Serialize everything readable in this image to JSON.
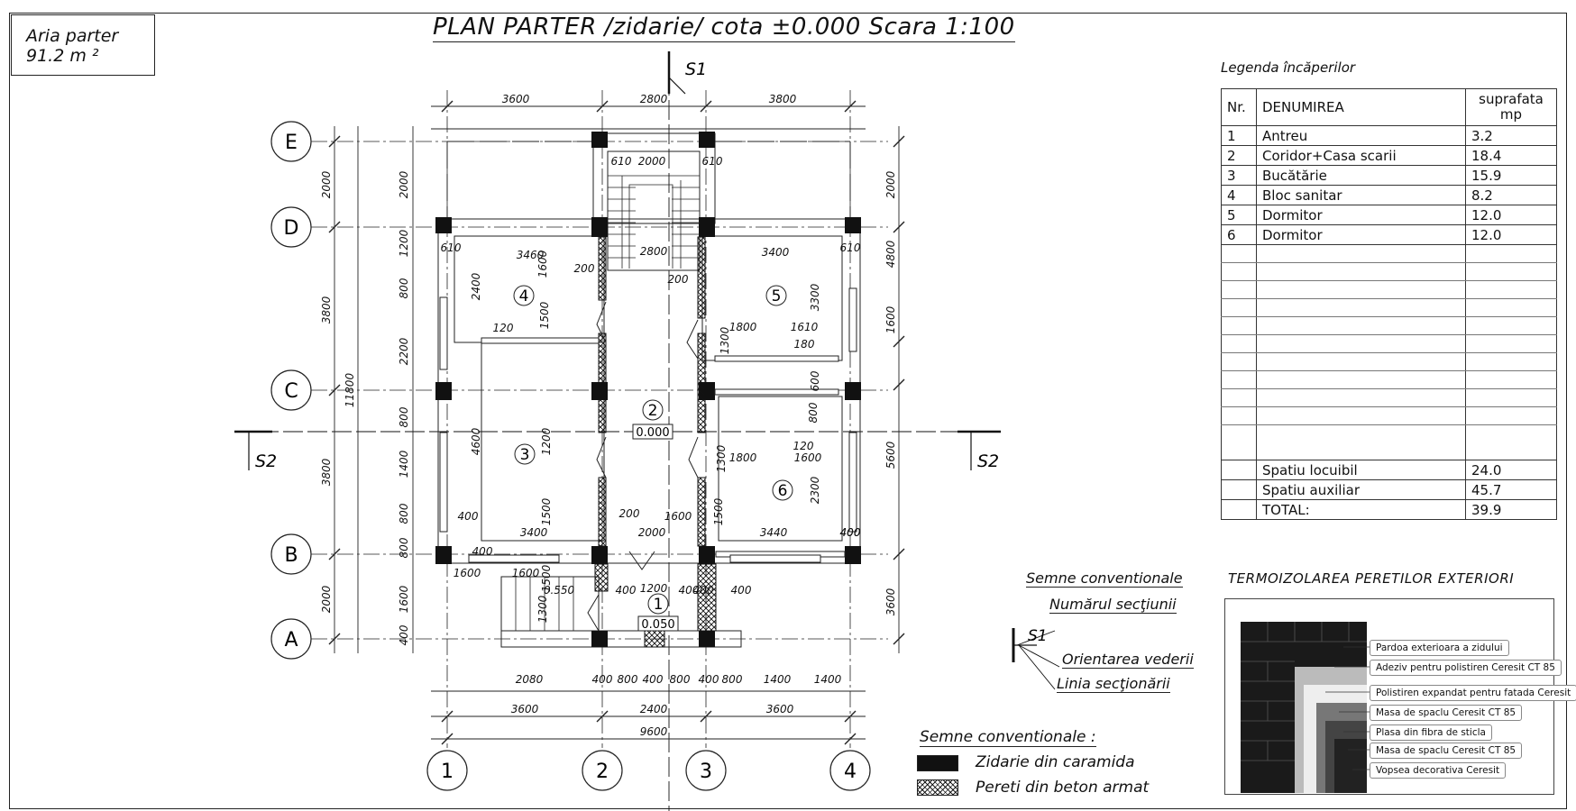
{
  "area_box": {
    "line1": "Aria parter",
    "line2": "91.2 m ²"
  },
  "title": "PLAN PARTER /zidarie/ cota ±0.000 Scara 1:100",
  "section_labels": {
    "s1": "S1",
    "s2_left": "S2",
    "s2_right": "S2"
  },
  "axes_rows": [
    "E",
    "D",
    "C",
    "B",
    "A"
  ],
  "axes_cols": [
    "1",
    "2",
    "3",
    "4"
  ],
  "dims_top": [
    "3600",
    "2800",
    "3800"
  ],
  "dims_bottom_inner": [
    "2080",
    "400",
    "800",
    "400",
    "800",
    "400",
    "800",
    "1400",
    "1400"
  ],
  "dims_bottom_mid": [
    "3600",
    "2400",
    "3600"
  ],
  "dims_bottom_total": "9600",
  "dims_left_outer": [
    "2000",
    "3800",
    "3800",
    "2000"
  ],
  "dims_left_total": "11800",
  "dims_left_inner": [
    "2000",
    "1200",
    "800",
    "2200",
    "800",
    "1400",
    "800",
    "800",
    "1600",
    "400"
  ],
  "dims_right_outer": [
    "2000",
    "4800",
    "1600",
    "5600",
    "3600"
  ],
  "room_dims": [
    "3460",
    "2400",
    "1600",
    "200",
    "1500",
    "120",
    "4600",
    "1200",
    "1500",
    "3400",
    "200",
    "2000",
    "1600",
    "2800",
    "2000",
    "3400",
    "3300",
    "1800",
    "1610",
    "1300",
    "180",
    "200",
    "600",
    "800",
    "1800",
    "1600",
    "120",
    "1300",
    "2300",
    "1500",
    "3440",
    "400",
    "1600",
    "1600",
    "1500",
    "0.550",
    "1300",
    "400",
    "1200",
    "400",
    "400",
    "400",
    "400",
    "610",
    "610",
    "610",
    "610",
    "400",
    "400"
  ],
  "rooms": [
    {
      "num": "1",
      "cota": "0.050"
    },
    {
      "num": "2",
      "cota": "0.000"
    },
    {
      "num": "3"
    },
    {
      "num": "4"
    },
    {
      "num": "5"
    },
    {
      "num": "6"
    }
  ],
  "legend_caption": "Legenda încăperilor",
  "legend_table": {
    "headers": [
      "Nr.",
      "DENUMIREA",
      "suprafata mp"
    ],
    "rows": [
      {
        "nr": "1",
        "name": "Antreu",
        "area": "3.2"
      },
      {
        "nr": "2",
        "name": "Coridor+Casa scarii",
        "area": "18.4"
      },
      {
        "nr": "3",
        "name": "Bucătărie",
        "area": "15.9"
      },
      {
        "nr": "4",
        "name": "Bloc sanitar",
        "area": "8.2"
      },
      {
        "nr": "5",
        "name": " Dormitor",
        "area": "12.0"
      },
      {
        "nr": "6",
        "name": " Dormitor",
        "area": "12.0"
      }
    ],
    "totals": [
      {
        "name": "Spatiu locuibil",
        "area": "24.0"
      },
      {
        "name": "Spatiu auxiliar",
        "area": "45.7"
      },
      {
        "name": "TOTAL:",
        "area": "39.9"
      }
    ]
  },
  "semne_top": {
    "title": "Semne conventionale",
    "section_number": "Numărul secţiunii",
    "view_orientation": "Orientarea vederii",
    "section_line": "Linia secţionării",
    "marker": "S1"
  },
  "termo": {
    "title": "TERMOIZOLAREA PERETILOR EXTERIORI",
    "labels": [
      "Pardoa exterioara a zidului",
      "Adeziv pentru polistiren Ceresit CT 85",
      "Polistiren expandat pentru fatada Ceresit",
      "Masa de spaclu Ceresit CT 85",
      "Plasa din fibra de sticla",
      "Masa de spaclu Ceresit CT 85",
      "Vopsea decorativa Ceresit"
    ]
  },
  "semne_bottom": {
    "title": "Semne conventionale :",
    "brick": "Zidarie din caramida",
    "concrete": "Pereti din beton armat"
  }
}
